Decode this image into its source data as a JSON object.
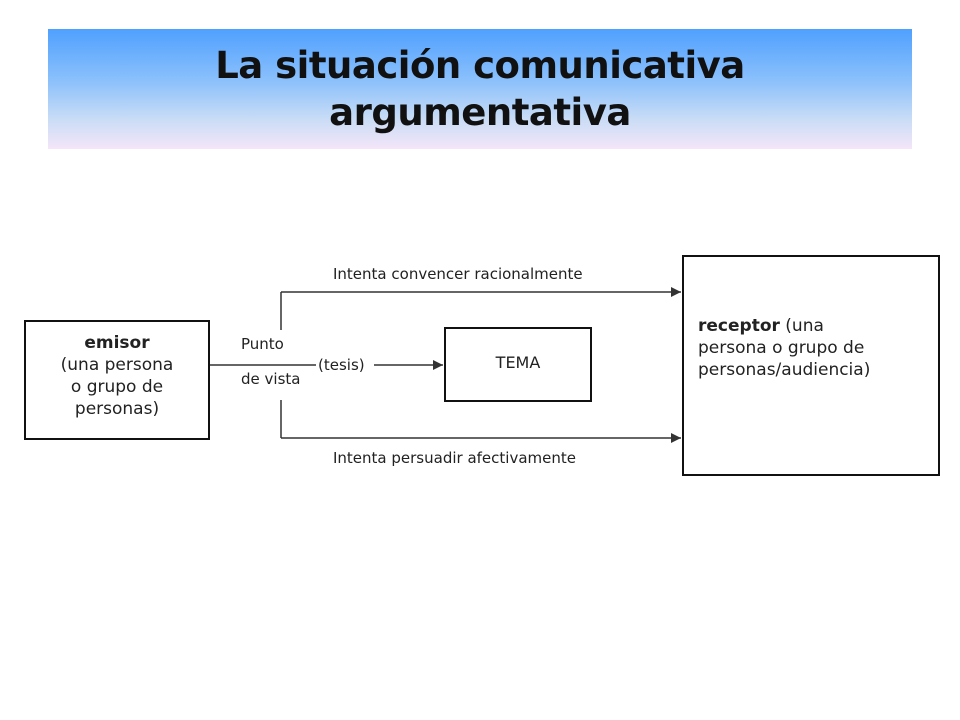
{
  "slide": {
    "title": "La situación comunicativa\nargumentativa"
  },
  "diagram": {
    "emisor": {
      "name": "emisor",
      "description": "(una persona\no grupo de\npersonas)"
    },
    "receptor": {
      "name": "receptor",
      "description": " (una\npersona o grupo de\npersonas/audiencia)"
    },
    "tema": "TEMA",
    "punto_label_line1": "Punto",
    "punto_label_line2": "de vista",
    "tesis_label": "(tesis)",
    "top_arrow_label": "Intenta convencer racionalmente",
    "bottom_arrow_label": "Intenta persuadir afectivamente"
  },
  "colors": {
    "title_gradient_top": "#4fa0ff",
    "title_gradient_bottom": "#f4e6f8",
    "line": "#333333"
  }
}
